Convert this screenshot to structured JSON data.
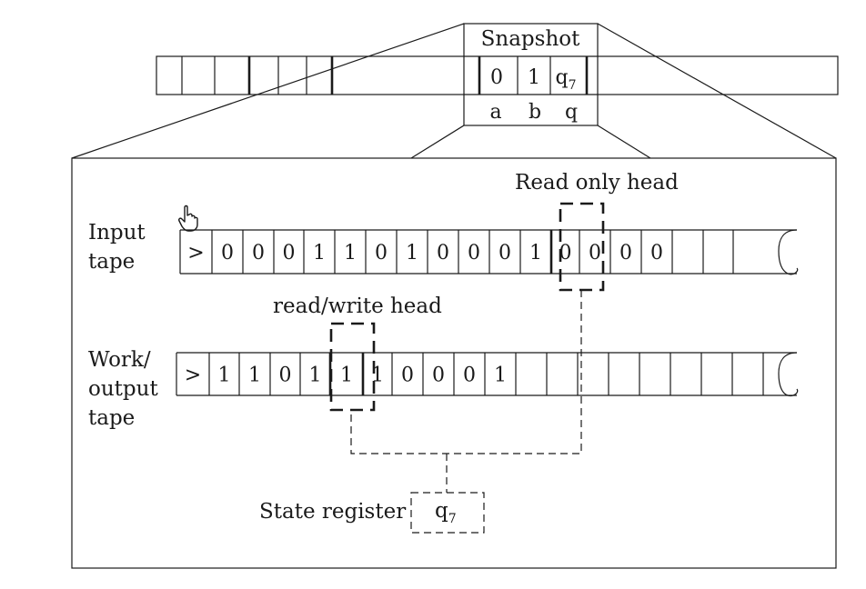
{
  "snapshot": {
    "title": "Snapshot",
    "cells": [
      "0",
      "1",
      "q"
    ],
    "state_subscript": "7",
    "labels": [
      "a",
      "b",
      "q"
    ]
  },
  "input_tape": {
    "label_line1": "Input",
    "label_line2": "tape",
    "head_label": "Read only head",
    "cells": [
      ">",
      "0",
      "0",
      "0",
      "1",
      "1",
      "0",
      "1",
      "0",
      "0",
      "0",
      "1",
      "0",
      "0",
      "0",
      "0",
      "",
      ""
    ]
  },
  "work_tape": {
    "label_line1": "Work/",
    "label_line2": "output",
    "label_line3": "tape",
    "head_label": "read/write head",
    "cells": [
      ">",
      "1",
      "1",
      "0",
      "1",
      "1",
      "1",
      "0",
      "0",
      "0",
      "1",
      "",
      "",
      "",
      "",
      "",
      "",
      "",
      ""
    ]
  },
  "state_register": {
    "label": "State register",
    "state": "q",
    "state_subscript": "7"
  },
  "cursor": {
    "icon": "hand-pointer-icon"
  }
}
